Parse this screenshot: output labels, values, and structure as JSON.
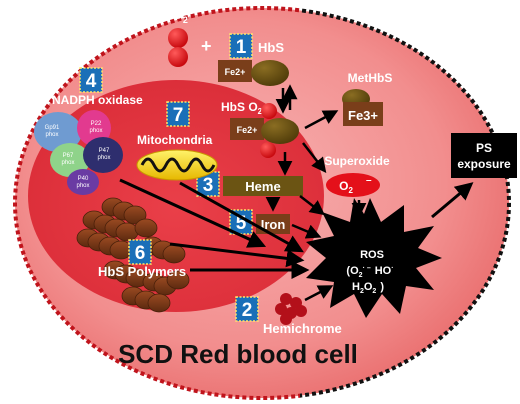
{
  "title": "SCD Red blood cell",
  "oxygen": {
    "label": "O",
    "sub": "2",
    "plus": "+"
  },
  "hbs": {
    "number": "1",
    "label": "HbS",
    "fe": "Fe2+"
  },
  "hbso2": {
    "label": "HbS O",
    "sub": "2",
    "fe": "Fe2+"
  },
  "methbs": {
    "label": "MetHbS",
    "fe": "Fe3+"
  },
  "superoxide": {
    "label": "Superoxide",
    "symbol": "O",
    "sub": "2",
    "sup": "–"
  },
  "heme": {
    "number": "3",
    "label": "Heme"
  },
  "iron": {
    "number": "5",
    "label": "Iron"
  },
  "nadph": {
    "number": "4",
    "label": "NADPH oxidase",
    "subunits": [
      {
        "line1": "Gp91",
        "line2": "phox"
      },
      {
        "line1": "P22",
        "line2": "phox"
      },
      {
        "line1": "P67",
        "line2": "phox"
      },
      {
        "line1": "P47",
        "line2": "phox"
      },
      {
        "line1": "P40",
        "line2": "phox"
      }
    ]
  },
  "mitochondria": {
    "number": "7",
    "label": "Mitochondria"
  },
  "polymers": {
    "number": "6",
    "label": "HbS Polymers"
  },
  "hemichrome": {
    "number": "2",
    "label": "Hemichrome"
  },
  "ros": {
    "label": "ROS",
    "line2a": "(O",
    "line2a_sub": "2",
    "line2a_sup": "· –",
    "line2b": "HO",
    "line2b_sup": "·",
    "line3a": "H",
    "line3a_sub1": "2",
    "line3b": "O",
    "line3b_sub2": "2",
    "line3c": ")"
  },
  "ps": {
    "line1": "PS",
    "line2": "exposure"
  },
  "colors": {
    "cell_outer": "#f08a8a",
    "cell_inner": "#ee2f3a",
    "badge_fill": "#1a6fb8",
    "brown": "#7a3e1a",
    "olive": "#6b5413",
    "red": "#e4101a",
    "black": "#000000"
  }
}
